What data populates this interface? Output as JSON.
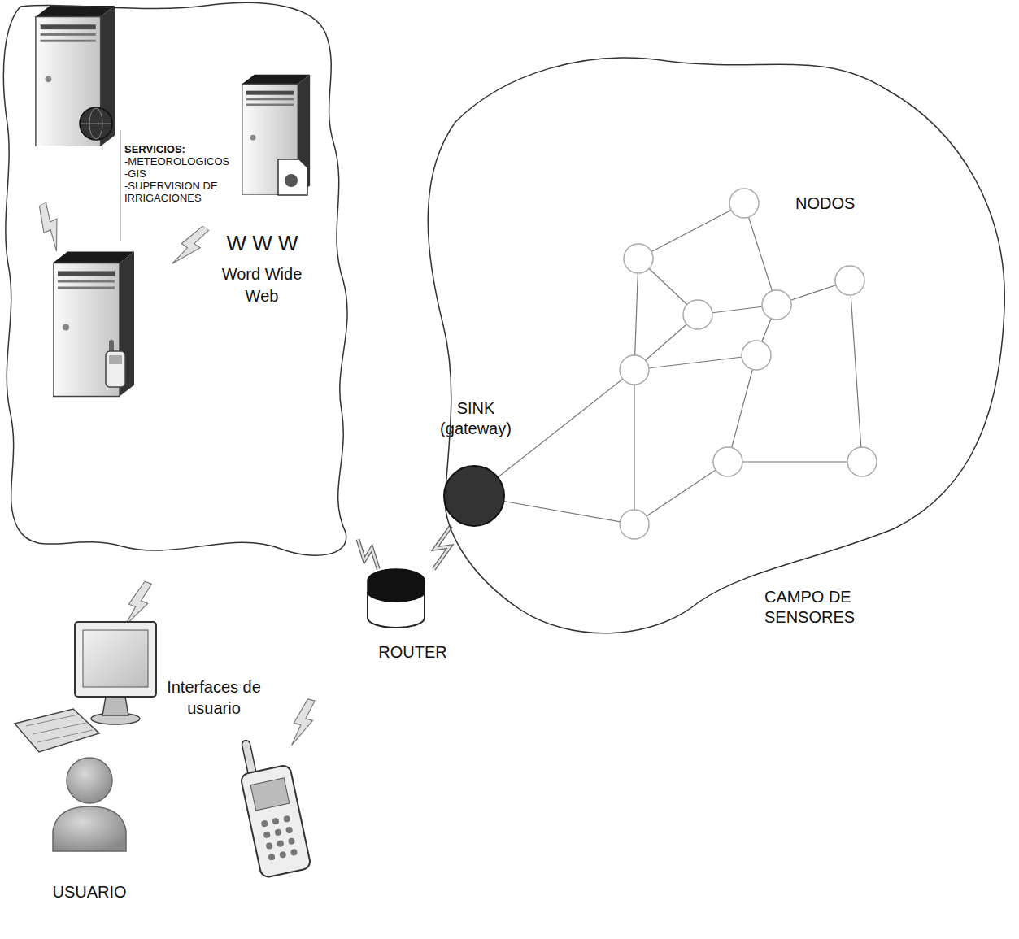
{
  "diagram": {
    "nodes": [
      {
        "text": [
          "W W W",
          "Word Wide Web"
        ]
      },
      {
        "text": [
          "CAMPO DE SENSORES"
        ]
      },
      {
        "text": [
          "SINK (gateway)"
        ],
        "in": 1
      },
      {
        "text": [
          "ROUTER"
        ]
      },
      {
        "text": [
          "USUARIO"
        ]
      }
    ],
    "edges": [
      {
        "from": 0,
        "to": 3,
        "arrow": "none"
      },
      {
        "from": 3,
        "to": 2,
        "arrow": "none"
      }
    ],
    "labels": [
      "SERVICIOS:",
      "-METEOROLOGICOS",
      "-GIS",
      "-SUPERVISION DE IRRIGACIONES",
      "NODOS",
      "Interfaces de usuario"
    ]
  }
}
